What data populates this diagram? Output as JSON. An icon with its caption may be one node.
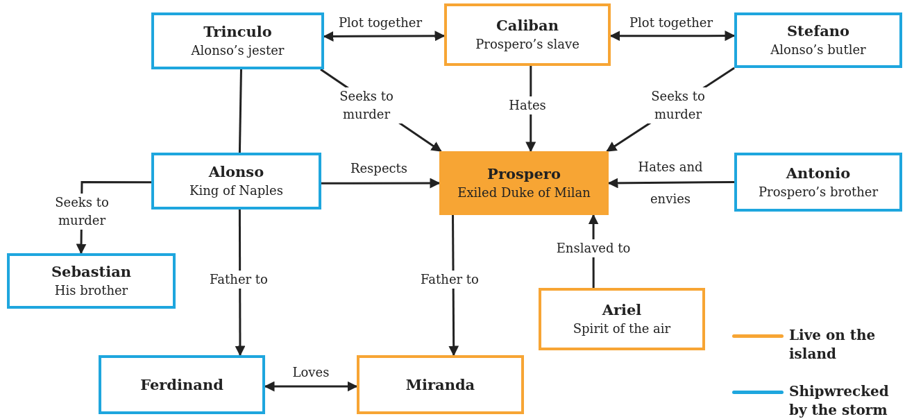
{
  "diagram": {
    "nodes": [
      {
        "text": [
          "Trinculo",
          "Alonso’s jester"
        ]
      },
      {
        "text": [
          "Caliban",
          "Prospero’s slave"
        ]
      },
      {
        "text": [
          "Stefano",
          "Alonso’s butler"
        ]
      },
      {
        "text": [
          "Alonso",
          "King of Naples"
        ]
      },
      {
        "text": [
          "Prospero",
          "Exiled Duke of Milan"
        ]
      },
      {
        "text": [
          "Antonio",
          "Prospero’s brother"
        ]
      },
      {
        "text": [
          "Sebastian",
          "His brother"
        ]
      },
      {
        "text": [
          "Ariel",
          "Spirit of the air"
        ]
      },
      {
        "text": [
          "Ferdinand"
        ]
      },
      {
        "text": [
          "Miranda"
        ]
      }
    ],
    "edges": [
      {
        "from": 0,
        "to": 1,
        "arrow": "both",
        "label": "Plot together"
      },
      {
        "from": 1,
        "to": 2,
        "arrow": "both",
        "label": "Plot together"
      },
      {
        "from": 0,
        "to": 4,
        "arrow": "to",
        "label": "Seeks to murder"
      },
      {
        "from": 1,
        "to": 4,
        "arrow": "to",
        "label": "Hates"
      },
      {
        "from": 2,
        "to": 4,
        "arrow": "to",
        "label": "Seeks to murder"
      },
      {
        "from": 0,
        "to": 3,
        "arrow": "none"
      },
      {
        "from": 3,
        "to": 4,
        "arrow": "to",
        "label": "Respects"
      },
      {
        "from": 5,
        "to": 4,
        "arrow": "to",
        "label": "Hates and envies"
      },
      {
        "from": 3,
        "to": 6,
        "arrow": "to",
        "label": "Seeks to murder"
      },
      {
        "from": 3,
        "to": 8,
        "arrow": "to",
        "label": "Father to"
      },
      {
        "from": 4,
        "to": 9,
        "arrow": "to",
        "label": "Father to"
      },
      {
        "from": 7,
        "to": 4,
        "arrow": "to",
        "label": "Enslaved to"
      },
      {
        "from": 8,
        "to": 9,
        "arrow": "both",
        "label": "Loves"
      }
    ],
    "legend": [
      {
        "text": "Live on the island",
        "color": "#f7a534"
      },
      {
        "text": "Shipwrecked by the storm",
        "color": "#1ea6de"
      }
    ]
  }
}
